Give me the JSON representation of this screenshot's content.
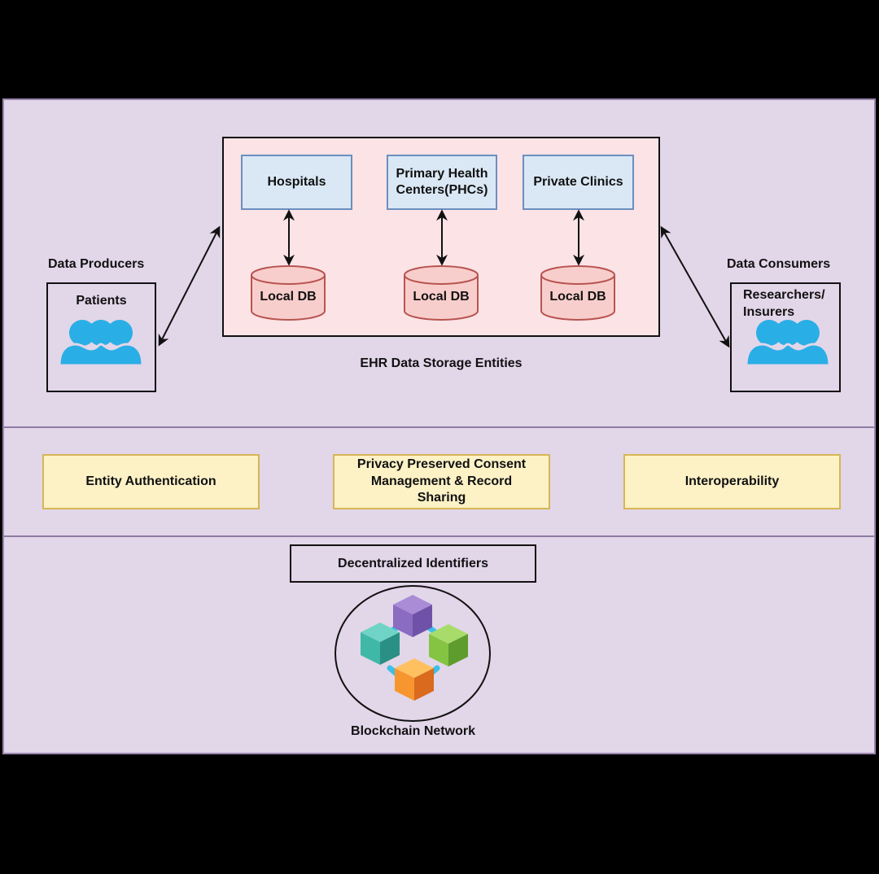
{
  "diagram": {
    "top_layer": {
      "ehr_container": {
        "caption": "EHR Data Storage Entities",
        "entities": [
          {
            "label": "Hospitals",
            "db_label": "Local DB"
          },
          {
            "label": "Primary Health Centers(PHCs)",
            "label_line1": "Primary Health",
            "label_line2": "Centers(PHCs)",
            "db_label": "Local DB"
          },
          {
            "label": "Private Clinics",
            "db_label": "Local DB"
          }
        ]
      },
      "producers": {
        "heading": "Data Producers",
        "box_label": "Patients",
        "icon": "people-group-icon"
      },
      "consumers": {
        "heading": "Data Consumers",
        "box_label_line1": "Researchers/",
        "box_label_line2": "Insurers",
        "icon": "people-group-icon"
      }
    },
    "middle_layer": {
      "services": [
        {
          "label": "Entity Authentication"
        },
        {
          "label_line1": "Privacy Preserved Consent",
          "label_line2": "Management & Record",
          "label_line3": "Sharing"
        },
        {
          "label": "Interoperability"
        }
      ]
    },
    "bottom_layer": {
      "did_label": "Decentralized Identifiers",
      "network_label": "Blockchain Network",
      "network_icon": "blockchain-cubes-icon"
    },
    "colors": {
      "background": "#e2d6e9",
      "ehr_fill": "#fbe3e6",
      "entity_fill": "#dae8f5",
      "entity_border": "#6c8ebf",
      "db_fill": "#f8cecc",
      "db_border": "#b85450",
      "service_fill": "#fdf1c6",
      "service_border": "#d6b656",
      "people_icon": "#2aaee6"
    }
  }
}
